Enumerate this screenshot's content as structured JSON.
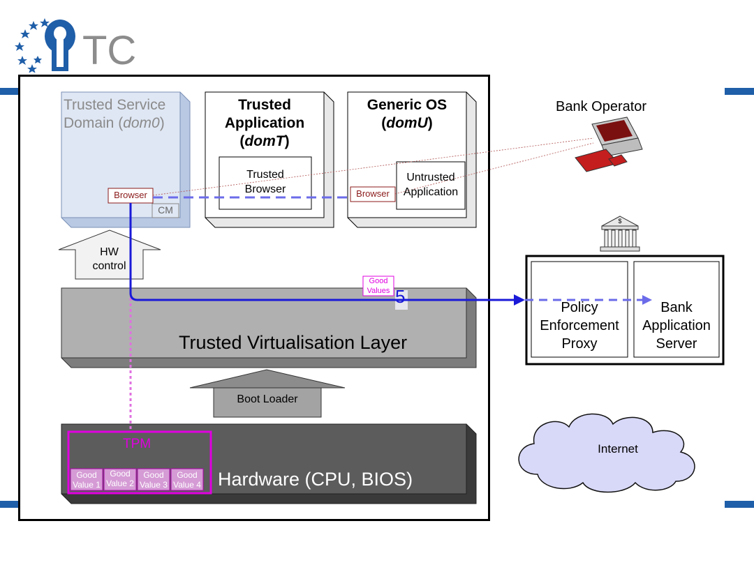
{
  "logo": {
    "text": "TC"
  },
  "domains": {
    "dom0": {
      "line1": "Trusted Service",
      "line2_prefix": "Domain (",
      "line2_italic": "dom0",
      "line2_suffix": ")"
    },
    "domT": {
      "line1": "Trusted",
      "line2": "Application",
      "line3_prefix": "(",
      "line3_italic": "domT",
      "line3_suffix": ")"
    },
    "domU": {
      "line1": "Generic OS",
      "line2_prefix": "(",
      "line2_italic": "domU",
      "line2_suffix": ")"
    }
  },
  "components": {
    "browser_dom0": "Browser",
    "cm": "CM",
    "trusted_browser_line1": "Trusted",
    "trusted_browser_line2": "Browser",
    "browser_domU": "Browser",
    "untrusted_line1": "Untrusted",
    "untrusted_line2": "Application"
  },
  "arrows": {
    "hw_control_line1": "HW",
    "hw_control_line2": "control",
    "boot_loader": "Boot Loader"
  },
  "layers": {
    "tvl": "Trusted Virtualisation Layer",
    "hardware": "Hardware (CPU, BIOS)"
  },
  "tpm": {
    "label": "TPM",
    "values": [
      {
        "line1": "Good",
        "line2": "Value 1"
      },
      {
        "line1": "Good",
        "line2": "Value 2"
      },
      {
        "line1": "Good",
        "line2": "Value 3"
      },
      {
        "line1": "Good",
        "line2": "Value 4"
      }
    ]
  },
  "good_values": {
    "line1": "Good",
    "line2": "Values"
  },
  "step_number": "5",
  "bank": {
    "operator": "Bank Operator",
    "pep_line1": "Policy",
    "pep_line2": "Enforcement",
    "pep_line3": "Proxy",
    "server_line1": "Bank",
    "server_line2": "Application",
    "server_line3": "Server",
    "bank_sign": "$"
  },
  "internet": "Internet",
  "colors": {
    "accent_bar": "#1f5ea8",
    "tpm_magenta": "#e000e0",
    "flow_blue": "#1a1ad8",
    "browser_red": "#8b1a1a"
  }
}
